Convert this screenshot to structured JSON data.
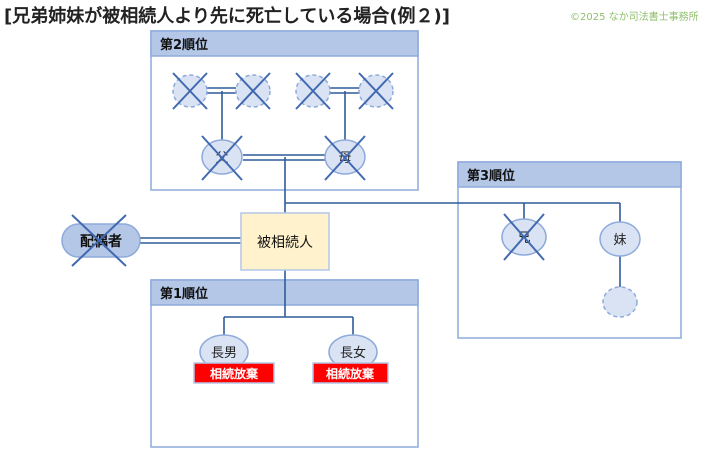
{
  "title": "[兄弟姉妹が被相続人より先に死亡している場合(例２)]",
  "copyright": "©2025 なか司法書士事務所",
  "boxes": {
    "rank2": "第2順位",
    "rank3": "第3順位",
    "rank1": "第1順位"
  },
  "people": {
    "father": "父",
    "mother": "母",
    "spouse": "配偶者",
    "decedent": "被相続人",
    "elder_brother": "兄",
    "younger_sister": "妹",
    "eldest_son": "長男",
    "eldest_daughter": "長女"
  },
  "badges": {
    "son_badge": "相続放棄",
    "daughter_badge": "相続放棄"
  },
  "colors": {
    "box_border": "#8eaadb",
    "box_header": "#b4c7e7",
    "node_fill": "#dae3f3",
    "line": "#2e5c9a",
    "cross": "#4169b0",
    "decedent_fill": "#fff2cc",
    "badge_fill": "#ff0000"
  }
}
